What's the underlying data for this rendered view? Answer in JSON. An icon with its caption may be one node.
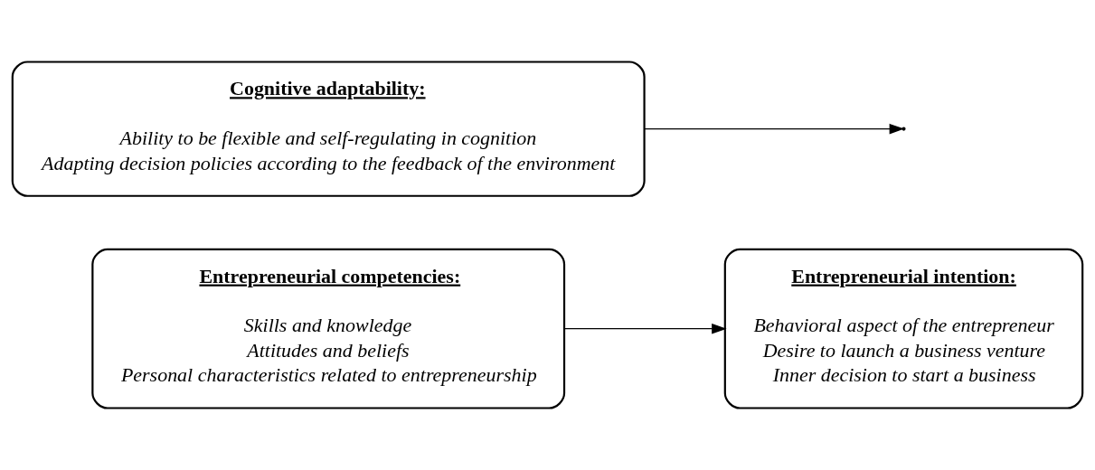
{
  "diagram": {
    "nodes": [
      {
        "text": [
          "Entrepreneurial competencies:",
          "Skills and knowledge",
          "Attitudes and beliefs",
          "Personal characteristics related to entrepreneurship"
        ]
      },
      {
        "text": [
          "Entrepreneurial intention:",
          "Behavioral aspect of the entrepreneur",
          "Desire to launch a business venture",
          "Inner decision to start a business"
        ]
      },
      {
        "text": [
          "Cognitive adaptability:",
          "Ability to be flexible and self-regulating in cognition",
          "Adapting decision policies according to the feedback of the environment"
        ]
      }
    ],
    "edges": [
      {
        "from": 0,
        "to": 1,
        "arrow": "to"
      },
      {
        "from": 2,
        "to": null,
        "arrow": "to"
      }
    ]
  }
}
